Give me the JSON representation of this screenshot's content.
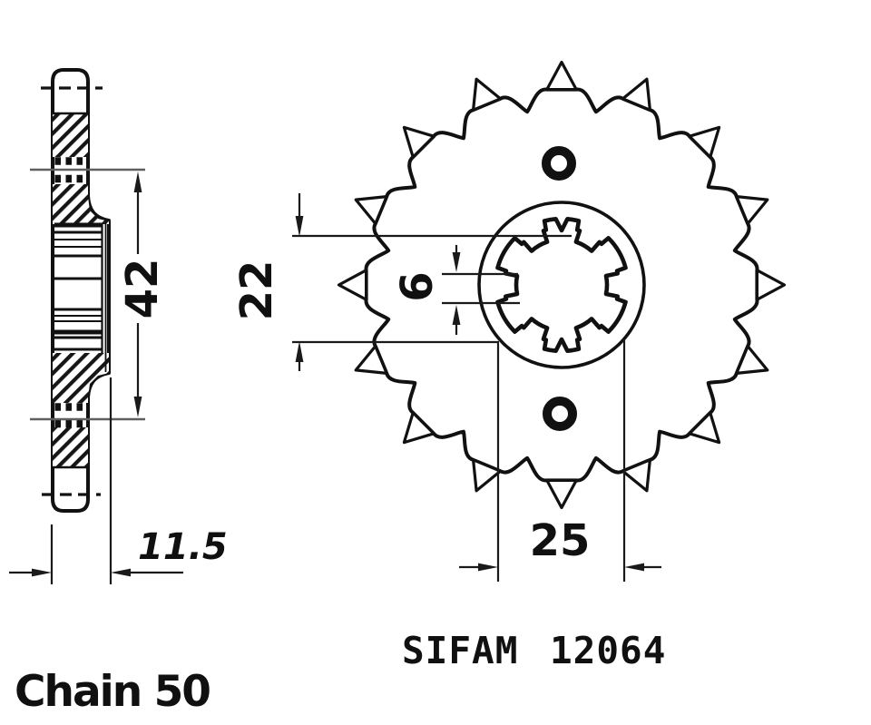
{
  "figure": {
    "type": "technical-drawing",
    "subject": "front-sprocket",
    "tooth_count": 16
  },
  "colors": {
    "ink": "#111111",
    "background": "#ffffff",
    "dimension_line": "#1a1a1a"
  },
  "dims": {
    "d42": "42",
    "d22": "22",
    "d6": "6",
    "d25": "25",
    "d11_5": "11.5"
  },
  "labels": {
    "brand": "SIFAM",
    "part_number": "12064",
    "chain": "Chain 50"
  }
}
